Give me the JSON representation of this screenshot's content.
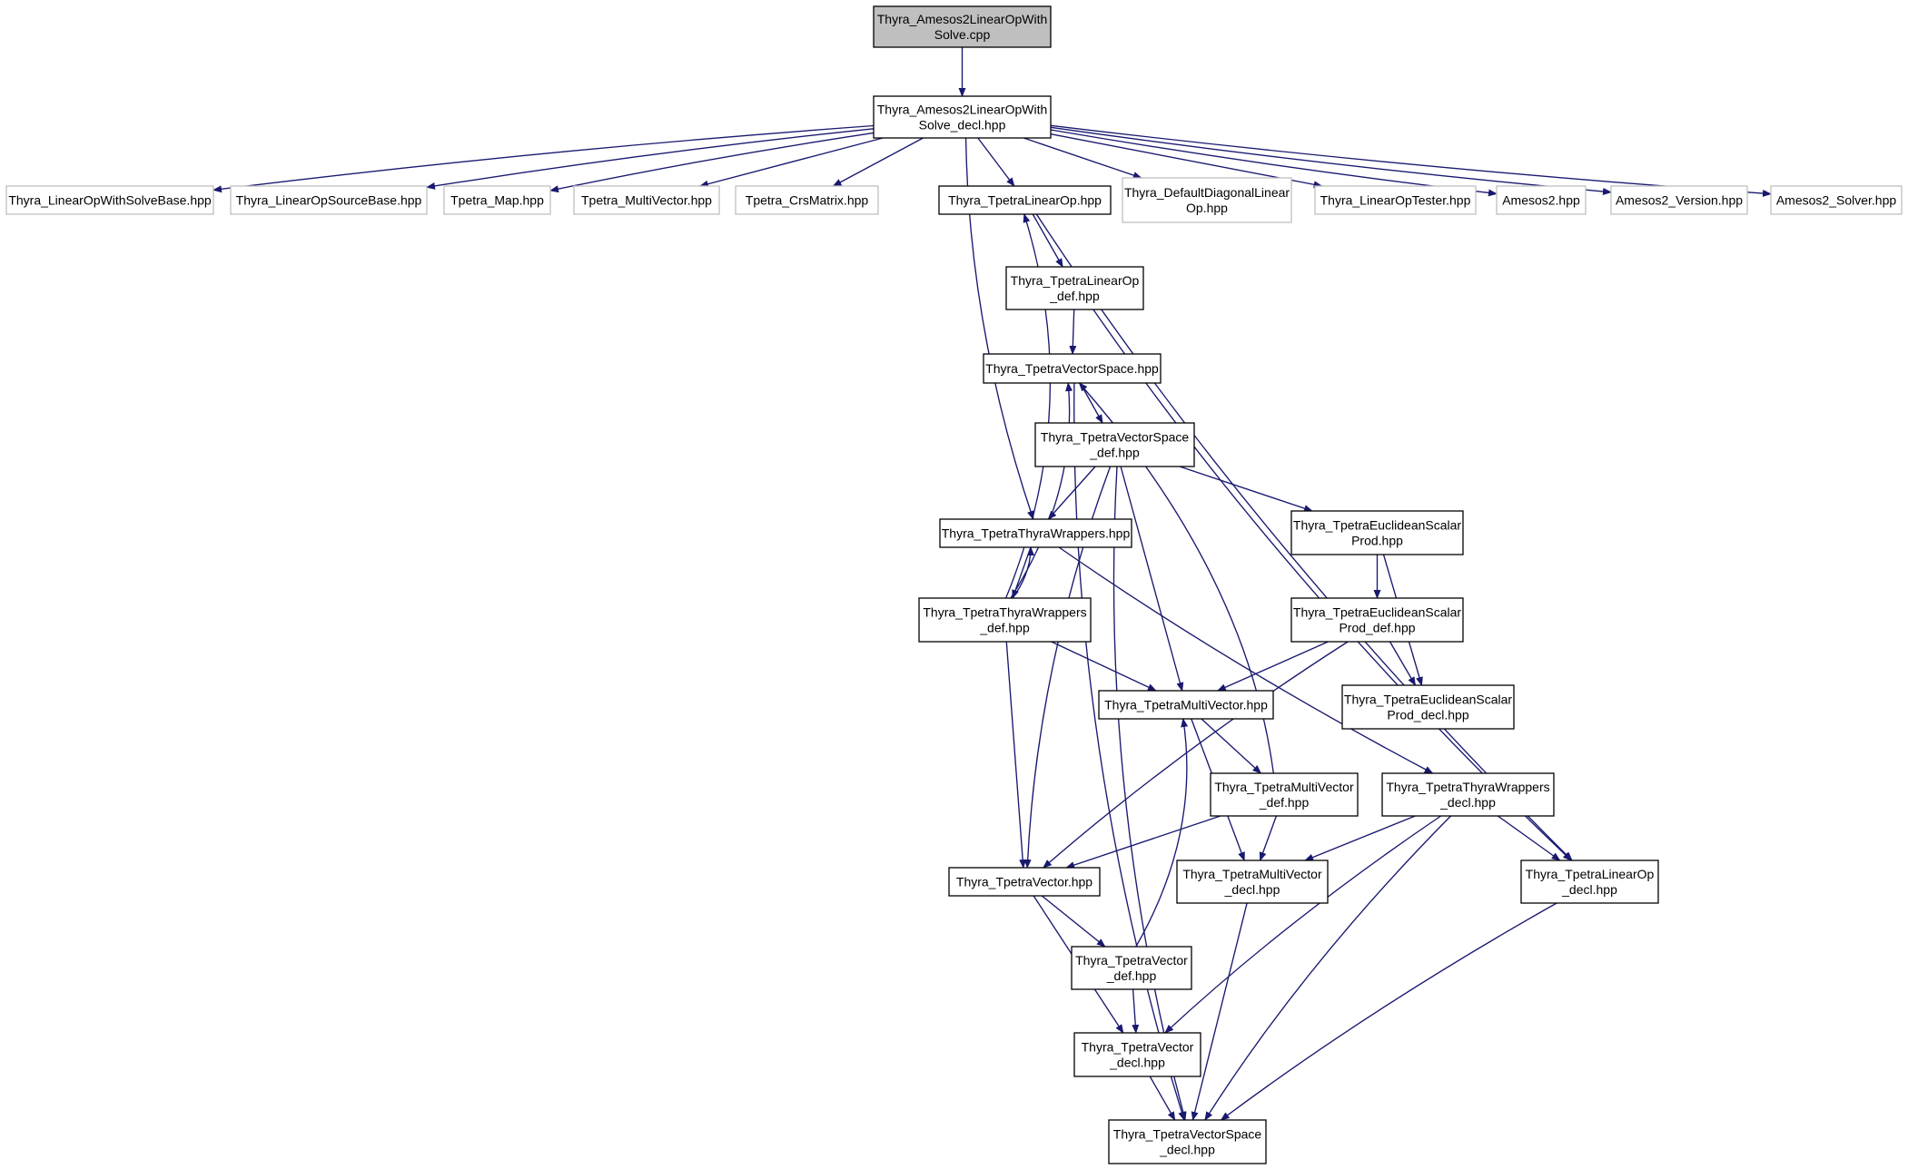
{
  "graph": {
    "colors": {
      "edge": "#191970",
      "root_fill": "#bfbfbf",
      "external_border": "#bfbfbf",
      "node_border": "#000000"
    },
    "nodes": {
      "amesos_cpp": {
        "lines": [
          "Thyra_Amesos2LinearOpWith",
          "Solve.cpp"
        ],
        "style": "root"
      },
      "amesos_decl": {
        "lines": [
          "Thyra_Amesos2LinearOpWith",
          "Solve_decl.hpp"
        ],
        "style": "local"
      },
      "lows_base": {
        "lines": [
          "Thyra_LinearOpWithSolveBase.hpp"
        ],
        "style": "external"
      },
      "los_base": {
        "lines": [
          "Thyra_LinearOpSourceBase.hpp"
        ],
        "style": "external"
      },
      "tpetra_map": {
        "lines": [
          "Tpetra_Map.hpp"
        ],
        "style": "external"
      },
      "tpetra_mv": {
        "lines": [
          "Tpetra_MultiVector.hpp"
        ],
        "style": "external"
      },
      "tpetra_crs": {
        "lines": [
          "Tpetra_CrsMatrix.hpp"
        ],
        "style": "external"
      },
      "tlo": {
        "lines": [
          "Thyra_TpetraLinearOp.hpp"
        ],
        "style": "local"
      },
      "ddlo": {
        "lines": [
          "Thyra_DefaultDiagonalLinear",
          "Op.hpp"
        ],
        "style": "external"
      },
      "lotester": {
        "lines": [
          "Thyra_LinearOpTester.hpp"
        ],
        "style": "external"
      },
      "amesos2": {
        "lines": [
          "Amesos2.hpp"
        ],
        "style": "external"
      },
      "amesos2_ver": {
        "lines": [
          "Amesos2_Version.hpp"
        ],
        "style": "external"
      },
      "amesos2_solver": {
        "lines": [
          "Amesos2_Solver.hpp"
        ],
        "style": "external"
      },
      "tlo_def": {
        "lines": [
          "Thyra_TpetraLinearOp",
          "_def.hpp"
        ],
        "style": "local"
      },
      "tvs": {
        "lines": [
          "Thyra_TpetraVectorSpace.hpp"
        ],
        "style": "local"
      },
      "tvs_def": {
        "lines": [
          "Thyra_TpetraVectorSpace",
          "_def.hpp"
        ],
        "style": "local"
      },
      "ttw": {
        "lines": [
          "Thyra_TpetraThyraWrappers.hpp"
        ],
        "style": "local"
      },
      "tesp": {
        "lines": [
          "Thyra_TpetraEuclideanScalar",
          "Prod.hpp"
        ],
        "style": "local"
      },
      "ttw_def": {
        "lines": [
          "Thyra_TpetraThyraWrappers",
          "_def.hpp"
        ],
        "style": "local"
      },
      "tesp_def": {
        "lines": [
          "Thyra_TpetraEuclideanScalar",
          "Prod_def.hpp"
        ],
        "style": "local"
      },
      "tmv": {
        "lines": [
          "Thyra_TpetraMultiVector.hpp"
        ],
        "style": "local"
      },
      "tesp_decl": {
        "lines": [
          "Thyra_TpetraEuclideanScalar",
          "Prod_decl.hpp"
        ],
        "style": "local"
      },
      "tmv_def": {
        "lines": [
          "Thyra_TpetraMultiVector",
          "_def.hpp"
        ],
        "style": "local"
      },
      "ttw_decl": {
        "lines": [
          "Thyra_TpetraThyraWrappers",
          "_decl.hpp"
        ],
        "style": "local"
      },
      "tv": {
        "lines": [
          "Thyra_TpetraVector.hpp"
        ],
        "style": "local"
      },
      "tmv_decl": {
        "lines": [
          "Thyra_TpetraMultiVector",
          "_decl.hpp"
        ],
        "style": "local"
      },
      "tlo_decl": {
        "lines": [
          "Thyra_TpetraLinearOp",
          "_decl.hpp"
        ],
        "style": "local"
      },
      "tv_def": {
        "lines": [
          "Thyra_TpetraVector",
          "_def.hpp"
        ],
        "style": "local"
      },
      "tv_decl": {
        "lines": [
          "Thyra_TpetraVector",
          "_decl.hpp"
        ],
        "style": "local"
      },
      "tvs_decl": {
        "lines": [
          "Thyra_TpetraVectorSpace",
          "_decl.hpp"
        ],
        "style": "local"
      }
    },
    "edges": [
      [
        "amesos_cpp",
        "amesos_decl"
      ],
      [
        "amesos_decl",
        "lows_base"
      ],
      [
        "amesos_decl",
        "los_base"
      ],
      [
        "amesos_decl",
        "tpetra_map"
      ],
      [
        "amesos_decl",
        "tpetra_mv"
      ],
      [
        "amesos_decl",
        "tpetra_crs"
      ],
      [
        "amesos_decl",
        "tlo"
      ],
      [
        "amesos_decl",
        "ddlo"
      ],
      [
        "amesos_decl",
        "lotester"
      ],
      [
        "amesos_decl",
        "amesos2"
      ],
      [
        "amesos_decl",
        "amesos2_ver"
      ],
      [
        "amesos_decl",
        "amesos2_solver"
      ],
      [
        "amesos_decl",
        "ttw"
      ],
      [
        "tlo",
        "tlo_def"
      ],
      [
        "tlo",
        "tlo_decl"
      ],
      [
        "tlo_def",
        "tvs"
      ],
      [
        "tlo_def",
        "tlo_decl"
      ],
      [
        "tvs",
        "tvs_def"
      ],
      [
        "tvs",
        "tvs_decl"
      ],
      [
        "tvs_def",
        "ttw"
      ],
      [
        "tvs_def",
        "tesp"
      ],
      [
        "tvs_def",
        "tmv"
      ],
      [
        "tvs_def",
        "tv"
      ],
      [
        "tvs_def",
        "tvs_decl"
      ],
      [
        "ttw",
        "ttw_def"
      ],
      [
        "ttw",
        "ttw_decl"
      ],
      [
        "ttw_def",
        "ttw"
      ],
      [
        "ttw_def",
        "tlo"
      ],
      [
        "ttw_def",
        "tvs"
      ],
      [
        "ttw_def",
        "tmv"
      ],
      [
        "ttw_def",
        "tv"
      ],
      [
        "tesp",
        "tesp_def"
      ],
      [
        "tesp",
        "tesp_decl"
      ],
      [
        "tesp_def",
        "tesp_decl"
      ],
      [
        "tesp_def",
        "tmv"
      ],
      [
        "tesp_def",
        "tv"
      ],
      [
        "tmv",
        "tmv_def"
      ],
      [
        "tmv",
        "tmv_decl"
      ],
      [
        "tmv_def",
        "tvs"
      ],
      [
        "tmv_def",
        "tmv_decl"
      ],
      [
        "tmv_def",
        "tv"
      ],
      [
        "ttw_decl",
        "tmv_decl"
      ],
      [
        "ttw_decl",
        "tlo_decl"
      ],
      [
        "ttw_decl",
        "tv_decl"
      ],
      [
        "ttw_decl",
        "tvs_decl"
      ],
      [
        "tv",
        "tv_def"
      ],
      [
        "tv",
        "tv_decl"
      ],
      [
        "tv_def",
        "tmv"
      ],
      [
        "tv_def",
        "tv_decl"
      ],
      [
        "tv_decl",
        "tvs_decl"
      ],
      [
        "tmv_decl",
        "tvs_decl"
      ],
      [
        "tlo_decl",
        "tvs_decl"
      ]
    ]
  }
}
